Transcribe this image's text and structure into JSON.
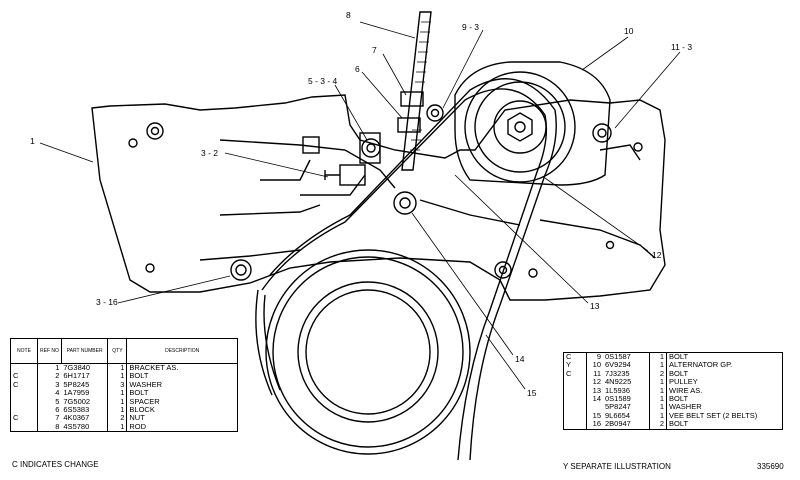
{
  "callouts": [
    {
      "id": "c1",
      "text": "1"
    },
    {
      "id": "c8",
      "text": "8"
    },
    {
      "id": "c9",
      "text": "9 - 3"
    },
    {
      "id": "c7",
      "text": "7"
    },
    {
      "id": "c10",
      "text": "10"
    },
    {
      "id": "c11",
      "text": "11 - 3"
    },
    {
      "id": "c6",
      "text": "6"
    },
    {
      "id": "c534",
      "text": "5 - 3 - 4"
    },
    {
      "id": "c32",
      "text": "3 - 2"
    },
    {
      "id": "c316",
      "text": "3 - 16"
    },
    {
      "id": "c12",
      "text": "12"
    },
    {
      "id": "c13",
      "text": "13"
    },
    {
      "id": "c14",
      "text": "14"
    },
    {
      "id": "c15",
      "text": "15"
    }
  ],
  "left_table": {
    "headers": [
      "NOTE",
      "REF NO",
      "PART NUMBER",
      "QTY",
      "DESCRIPTION"
    ],
    "rows": [
      {
        "note": "",
        "ref": "1",
        "part": "7G3840",
        "qty": "1",
        "desc": "BRACKET AS."
      },
      {
        "note": "C",
        "ref": "2",
        "part": "6H1717",
        "qty": "1",
        "desc": "BOLT"
      },
      {
        "note": "C",
        "ref": "3",
        "part": "5P8245",
        "qty": "3",
        "desc": "WASHER"
      },
      {
        "note": "",
        "ref": "4",
        "part": "1A7959",
        "qty": "1",
        "desc": "BOLT"
      },
      {
        "note": "",
        "ref": "5",
        "part": "7G5002",
        "qty": "1",
        "desc": "SPACER"
      },
      {
        "note": "",
        "ref": "6",
        "part": "6S5383",
        "qty": "1",
        "desc": "BLOCK"
      },
      {
        "note": "C",
        "ref": "7",
        "part": "4K0367",
        "qty": "2",
        "desc": "NUT"
      },
      {
        "note": "",
        "ref": "8",
        "part": "4S5780",
        "qty": "1",
        "desc": "ROD"
      }
    ]
  },
  "right_table": {
    "rows": [
      {
        "note": "C",
        "ref": "9",
        "part": "0S1587",
        "qty": "1",
        "desc": "BOLT"
      },
      {
        "note": "Y",
        "ref": "10",
        "part": "6V9294",
        "qty": "1",
        "desc": "ALTERNATOR GP."
      },
      {
        "note": "C",
        "ref": "11",
        "part": "7J3235",
        "qty": "2",
        "desc": "BOLT"
      },
      {
        "note": "",
        "ref": "12",
        "part": "4N9225",
        "qty": "1",
        "desc": "PULLEY"
      },
      {
        "note": "",
        "ref": "13",
        "part": "1L5936",
        "qty": "1",
        "desc": "WIRE AS."
      },
      {
        "note": "",
        "ref": "14",
        "part": "0S1589",
        "qty": "1",
        "desc": "BOLT"
      },
      {
        "note": "",
        "ref": "",
        "part": "5P8247",
        "qty": "1",
        "desc": "WASHER"
      },
      {
        "note": "",
        "ref": "15",
        "part": "9L6654",
        "qty": "1",
        "desc": "VEE BELT SET (2 BELTS)"
      },
      {
        "note": "",
        "ref": "16",
        "part": "2B0947",
        "qty": "2",
        "desc": "BOLT"
      }
    ]
  },
  "footer": {
    "change_note": "C   INDICATES CHANGE",
    "separate_note": "Y   SEPARATE ILLUSTRATION",
    "drawing_number": "335690"
  }
}
